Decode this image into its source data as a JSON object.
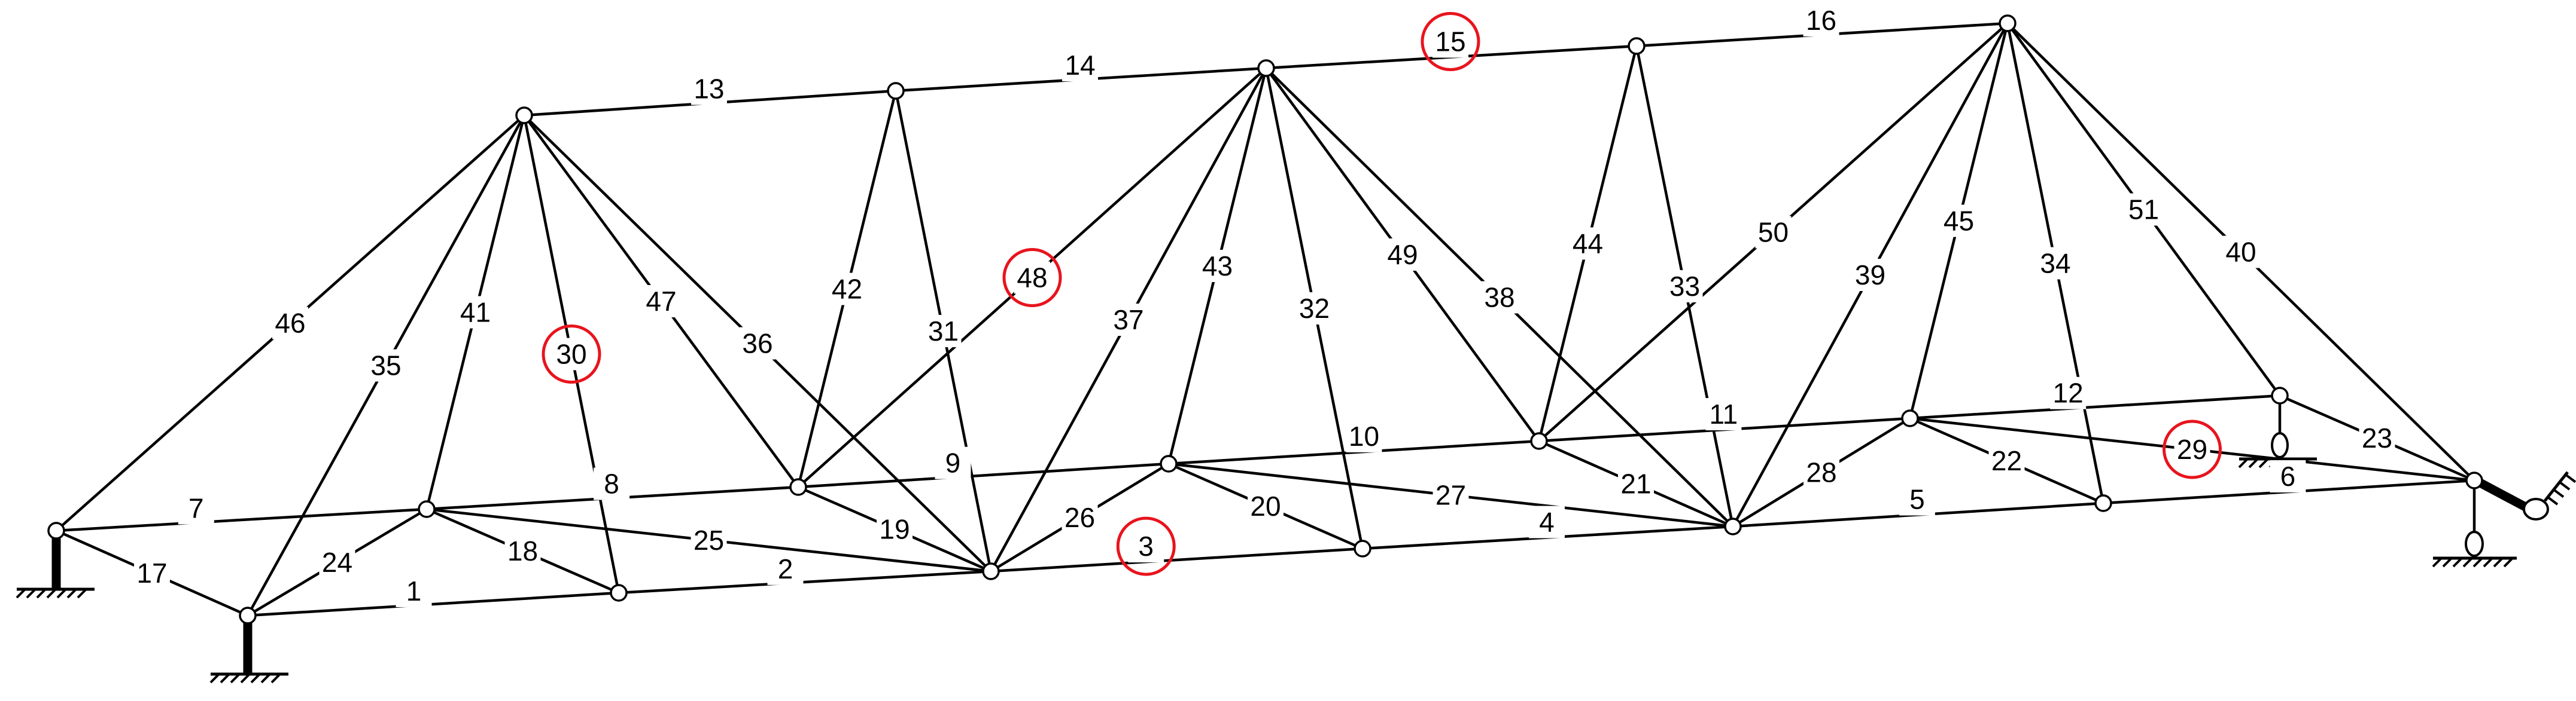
{
  "diagram": {
    "nodes": {
      "L0": {
        "label": ""
      },
      "L1": {
        "label": ""
      },
      "L2": {
        "label": ""
      },
      "L3": {
        "label": ""
      },
      "L4": {
        "label": ""
      },
      "L5": {
        "label": ""
      },
      "L6": {
        "label": ""
      },
      "L7": {
        "label": ""
      },
      "M0": {
        "label": ""
      },
      "M1": {
        "label": ""
      },
      "M2": {
        "label": ""
      },
      "M3": {
        "label": ""
      },
      "M4": {
        "label": ""
      },
      "M5": {
        "label": ""
      },
      "M6": {
        "label": ""
      },
      "U1": {
        "label": ""
      },
      "U2": {
        "label": ""
      },
      "U3": {
        "label": ""
      },
      "U4": {
        "label": ""
      },
      "U5": {
        "label": ""
      }
    },
    "members": [
      {
        "label": "1",
        "from": "L0",
        "to": "L1"
      },
      {
        "label": "2",
        "from": "L1",
        "to": "L2"
      },
      {
        "label": "3",
        "from": "L2",
        "to": "L3",
        "highlighted": true
      },
      {
        "label": "4",
        "from": "L3",
        "to": "L4"
      },
      {
        "label": "5",
        "from": "L4",
        "to": "L5"
      },
      {
        "label": "6",
        "from": "L5",
        "to": "L6"
      },
      {
        "label": "7",
        "from": "M0",
        "to": "M1"
      },
      {
        "label": "8",
        "from": "M1",
        "to": "M2"
      },
      {
        "label": "9",
        "from": "M2",
        "to": "M3"
      },
      {
        "label": "10",
        "from": "M3",
        "to": "M4"
      },
      {
        "label": "11",
        "from": "M4",
        "to": "M5"
      },
      {
        "label": "12",
        "from": "M5",
        "to": "M6"
      },
      {
        "label": "13",
        "from": "U1",
        "to": "U2"
      },
      {
        "label": "14",
        "from": "U2",
        "to": "U3"
      },
      {
        "label": "15",
        "from": "U3",
        "to": "U4",
        "highlighted": true
      },
      {
        "label": "16",
        "from": "U4",
        "to": "U5"
      },
      {
        "label": "17",
        "from": "M0",
        "to": "L0"
      },
      {
        "label": "18",
        "from": "M1",
        "to": "L1"
      },
      {
        "label": "19",
        "from": "M2",
        "to": "L2"
      },
      {
        "label": "20",
        "from": "M3",
        "to": "L3"
      },
      {
        "label": "21",
        "from": "M4",
        "to": "L4"
      },
      {
        "label": "22",
        "from": "M5",
        "to": "L5"
      },
      {
        "label": "23",
        "from": "M6",
        "to": "L6"
      },
      {
        "label": "24",
        "from": "L0",
        "to": "M1"
      },
      {
        "label": "25",
        "from": "M1",
        "to": "L2"
      },
      {
        "label": "26",
        "from": "L2",
        "to": "M3"
      },
      {
        "label": "27",
        "from": "M3",
        "to": "L4"
      },
      {
        "label": "28",
        "from": "L4",
        "to": "M5"
      },
      {
        "label": "29",
        "from": "M5",
        "to": "L6",
        "highlighted": true
      },
      {
        "label": "30",
        "from": "U1",
        "to": "L1",
        "highlighted": true
      },
      {
        "label": "31",
        "from": "U2",
        "to": "L2"
      },
      {
        "label": "32",
        "from": "U3",
        "to": "L3"
      },
      {
        "label": "33",
        "from": "U4",
        "to": "L4"
      },
      {
        "label": "34",
        "from": "U5",
        "to": "L5"
      },
      {
        "label": "35",
        "from": "U1",
        "to": "L0"
      },
      {
        "label": "36",
        "from": "U1",
        "to": "L2"
      },
      {
        "label": "37",
        "from": "U3",
        "to": "L2"
      },
      {
        "label": "38",
        "from": "U3",
        "to": "L4"
      },
      {
        "label": "39",
        "from": "U5",
        "to": "L4"
      },
      {
        "label": "40",
        "from": "U5",
        "to": "L6"
      },
      {
        "label": "41",
        "from": "U1",
        "to": "M1"
      },
      {
        "label": "42",
        "from": "U2",
        "to": "M2"
      },
      {
        "label": "43",
        "from": "U3",
        "to": "M3"
      },
      {
        "label": "44",
        "from": "U4",
        "to": "M4"
      },
      {
        "label": "45",
        "from": "U5",
        "to": "M5"
      },
      {
        "label": "46",
        "from": "U1",
        "to": "M0"
      },
      {
        "label": "47",
        "from": "U1",
        "to": "M2"
      },
      {
        "label": "48",
        "from": "U3",
        "to": "M2",
        "highlighted": true
      },
      {
        "label": "49",
        "from": "U3",
        "to": "M4"
      },
      {
        "label": "50",
        "from": "U5",
        "to": "M4"
      },
      {
        "label": "51",
        "from": "U5",
        "to": "M6"
      }
    ],
    "supports": [
      {
        "node": "M0",
        "kind": "fixed"
      },
      {
        "node": "L0",
        "kind": "fixed"
      },
      {
        "node": "M6",
        "kind": "roller"
      },
      {
        "node": "L6",
        "kind": "roller-pin"
      }
    ],
    "highlight_color": "#e8141d",
    "line_color": "#000000"
  }
}
